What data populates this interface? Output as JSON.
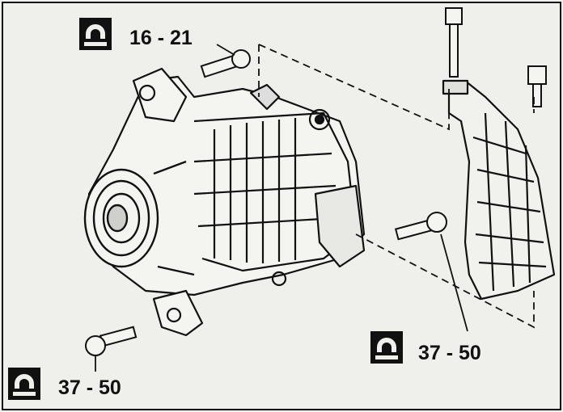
{
  "diagram": {
    "torque_callouts": [
      {
        "id": "top",
        "value": "16 - 21",
        "icon": "wrench-torque-icon"
      },
      {
        "id": "right",
        "value": "37 - 50",
        "icon": "wrench-torque-icon"
      },
      {
        "id": "bottom-left",
        "value": "37 - 50",
        "icon": "wrench-torque-icon"
      }
    ],
    "colors": {
      "ink": "#111111",
      "paper": "#efefeb"
    }
  }
}
